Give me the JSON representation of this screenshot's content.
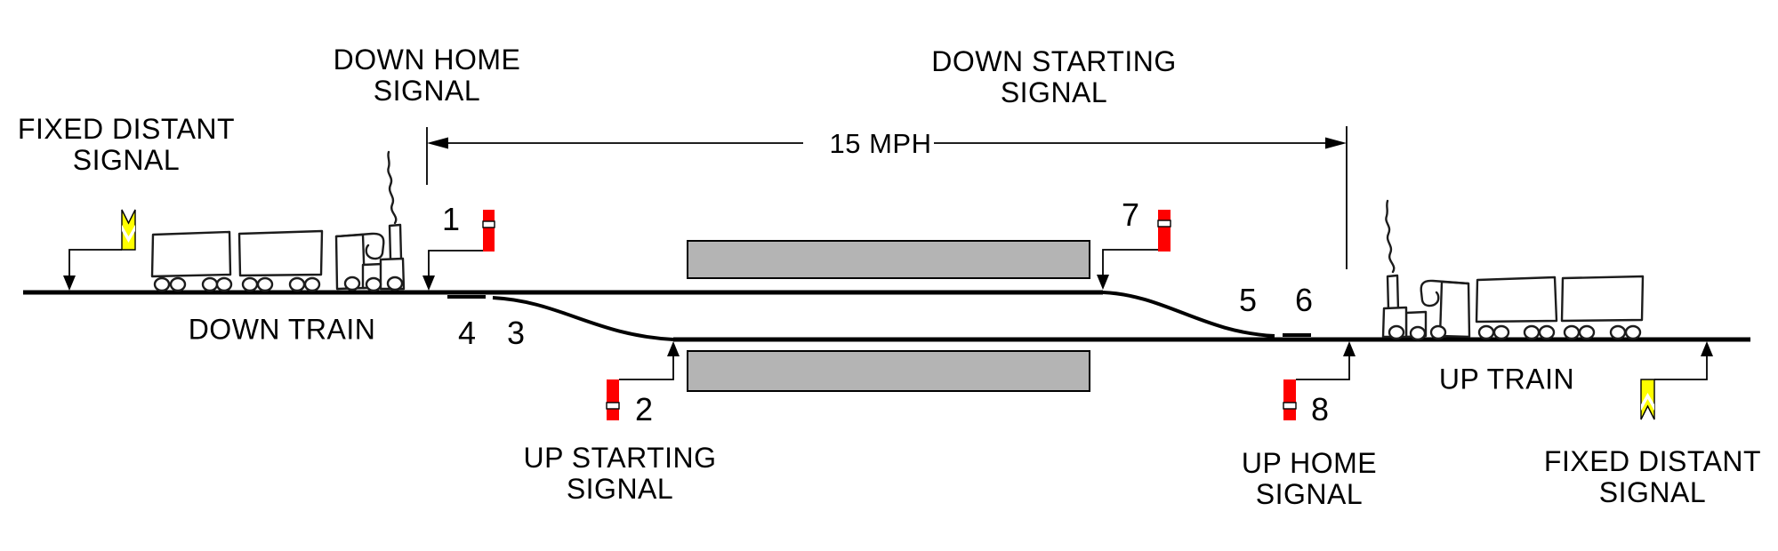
{
  "labels": {
    "fixed_distant": {
      "line1": "FIXED DISTANT",
      "line2": "SIGNAL"
    },
    "down_home": {
      "line1": "DOWN HOME",
      "line2": "SIGNAL"
    },
    "down_starting": {
      "line1": "DOWN STARTING",
      "line2": "SIGNAL"
    },
    "up_starting": {
      "line1": "UP STARTING",
      "line2": "SIGNAL"
    },
    "up_home": {
      "line1": "UP HOME",
      "line2": "SIGNAL"
    },
    "down_train": "DOWN TRAIN",
    "up_train": "UP TRAIN",
    "speed_restriction": "15 MPH"
  },
  "numbers": {
    "n1": "1",
    "n2": "2",
    "n3": "3",
    "n4": "4",
    "n5": "5",
    "n6": "6",
    "n7": "7",
    "n8": "8"
  },
  "colors": {
    "stop_signal_red": "#fe0000",
    "distant_signal_yellow": "#ffff00",
    "signal_band_white": "#ffffff",
    "platform_grey": "#b4b4b4",
    "ink_black": "#000000"
  },
  "icons": {
    "stop_signal": "red-post-with-white-band",
    "distant_signal": "yellow-fishtail-with-white-chevron",
    "steam_train": "hand-drawn-locomotive-with-two-wagons",
    "pointer_arrow": "solid-triangle",
    "dimension_arrow": "solid-triangle"
  }
}
